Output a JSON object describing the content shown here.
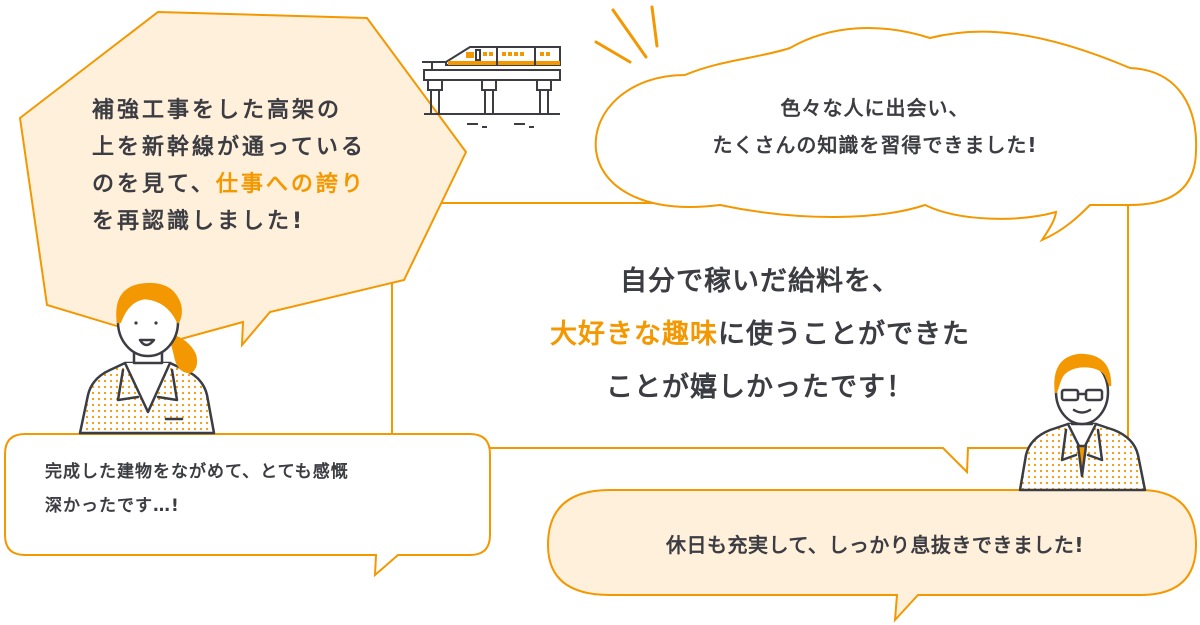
{
  "colors": {
    "accent": "#f39800",
    "text": "#3c3d42",
    "bubble_fill": "#fff0dc",
    "background": "#ffffff"
  },
  "icons": {
    "train": "shinkansen-train-on-viaduct-icon",
    "emphasis": "emphasis-burst-lines-icon",
    "person_female": "woman-worker-illustration",
    "person_male": "man-worker-glasses-illustration"
  },
  "bubbles": {
    "top_left": {
      "line1": "補強工事をした高架の",
      "line2": "上を新幹線が通っている",
      "line3_pre": "のを見て、",
      "line3_hl": "仕事への誇り",
      "line4": "を再認識しました!"
    },
    "top_right": {
      "line1": "色々な人に出会い、",
      "line2": "たくさんの知識を習得できました!"
    },
    "center": {
      "line1": "自分で稼いだ給料を、",
      "line2_hl": "大好きな趣味",
      "line2_post": "に使うことができた",
      "line3": "ことが嬉しかったです！"
    },
    "bottom_left": {
      "line1": "完成した建物をながめて、とても感慨",
      "line2": "深かったです…!"
    },
    "bottom_right": {
      "line1": "休日も充実して、しっかり息抜きできました!"
    }
  }
}
